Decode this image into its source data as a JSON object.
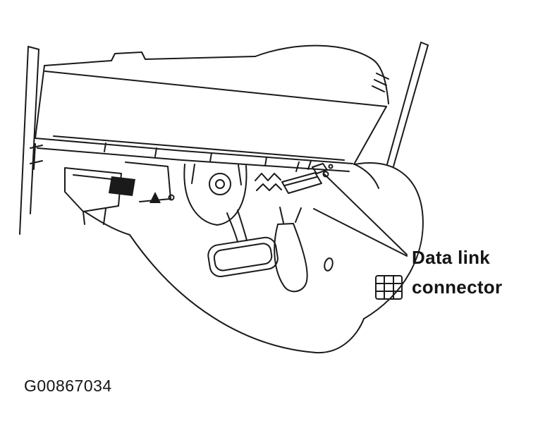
{
  "diagram": {
    "label": {
      "line1": "Data link",
      "line2": "connector"
    },
    "figure_id": "G00867034",
    "icons": {
      "connector": "data-link-connector-icon"
    },
    "line_color": "#1a1a1a",
    "background_color": "#ffffff"
  }
}
